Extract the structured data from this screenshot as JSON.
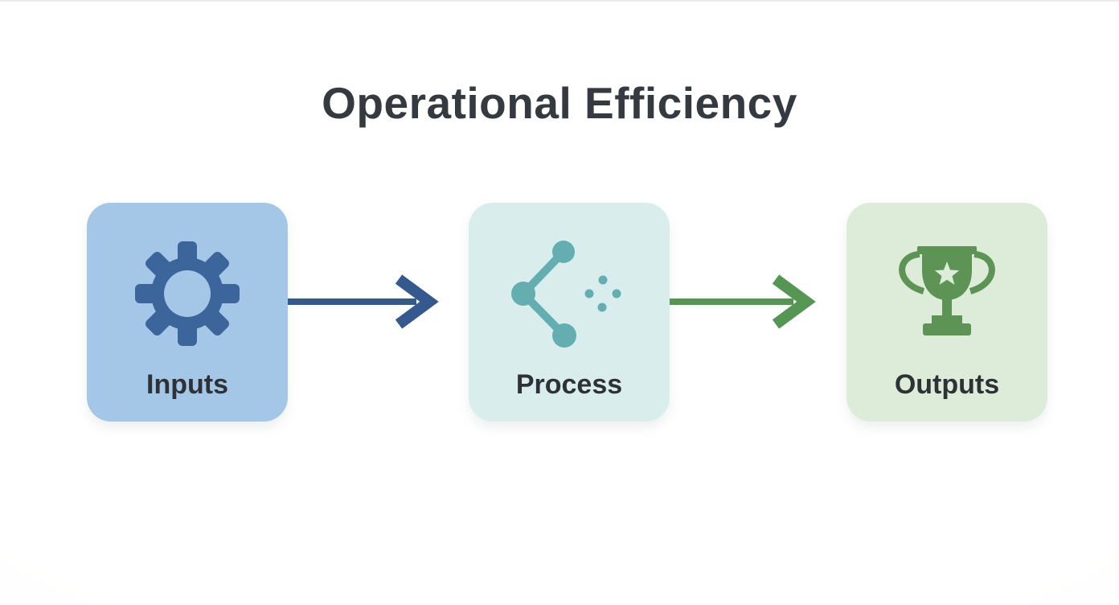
{
  "page": {
    "title": "Operational Efficiency",
    "background_color": "#ffffff",
    "title_color": "#353a41"
  },
  "diagram": {
    "label_color": "#2e3236",
    "nodes": [
      {
        "id": "inputs",
        "label": "Inputs",
        "icon": "gear-icon",
        "box_color": "#a4c7e8",
        "icon_color": "#3b659b"
      },
      {
        "id": "process",
        "label": "Process",
        "icon": "share-network-icon",
        "box_color": "#d9eded",
        "icon_color": "#64aeb2"
      },
      {
        "id": "outputs",
        "label": "Outputs",
        "icon": "trophy-icon",
        "box_color": "#ddecd9",
        "icon_color": "#5e9356"
      }
    ],
    "connectors": [
      {
        "from": "inputs",
        "to": "process",
        "direction": "right",
        "color": "#35598f"
      },
      {
        "from": "process",
        "to": "outputs",
        "direction": "right",
        "color": "#569655"
      }
    ]
  }
}
